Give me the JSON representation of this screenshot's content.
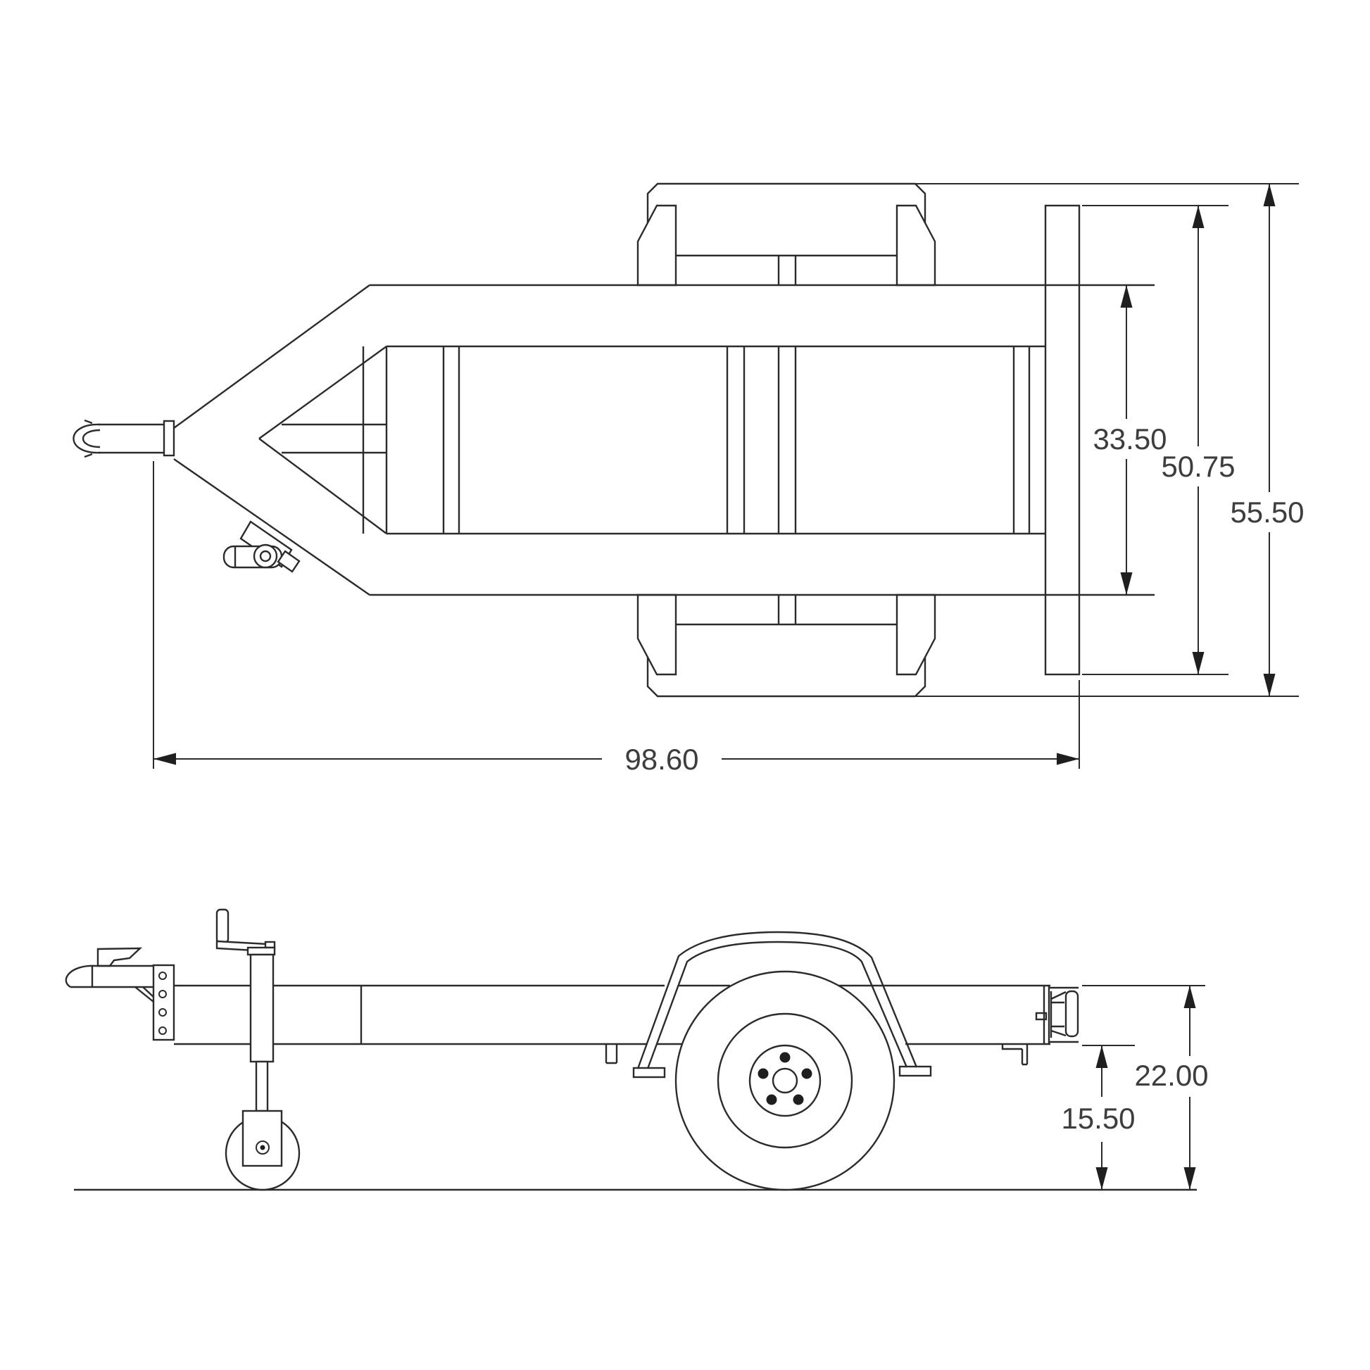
{
  "drawing": {
    "type": "technical-drawing",
    "subject": "single-axle utility trailer frame, orthographic top and side views",
    "background_color": "#ffffff",
    "line_color": "#2b2b2b",
    "text_color": "#3d3d3d",
    "top_view": {
      "deck_width": "33.50",
      "fender_width": "50.75",
      "overall_width": "55.50",
      "overall_length": "98.60"
    },
    "side_view": {
      "frame_top_height": "22.00",
      "frame_bottom_height": "15.50"
    }
  }
}
